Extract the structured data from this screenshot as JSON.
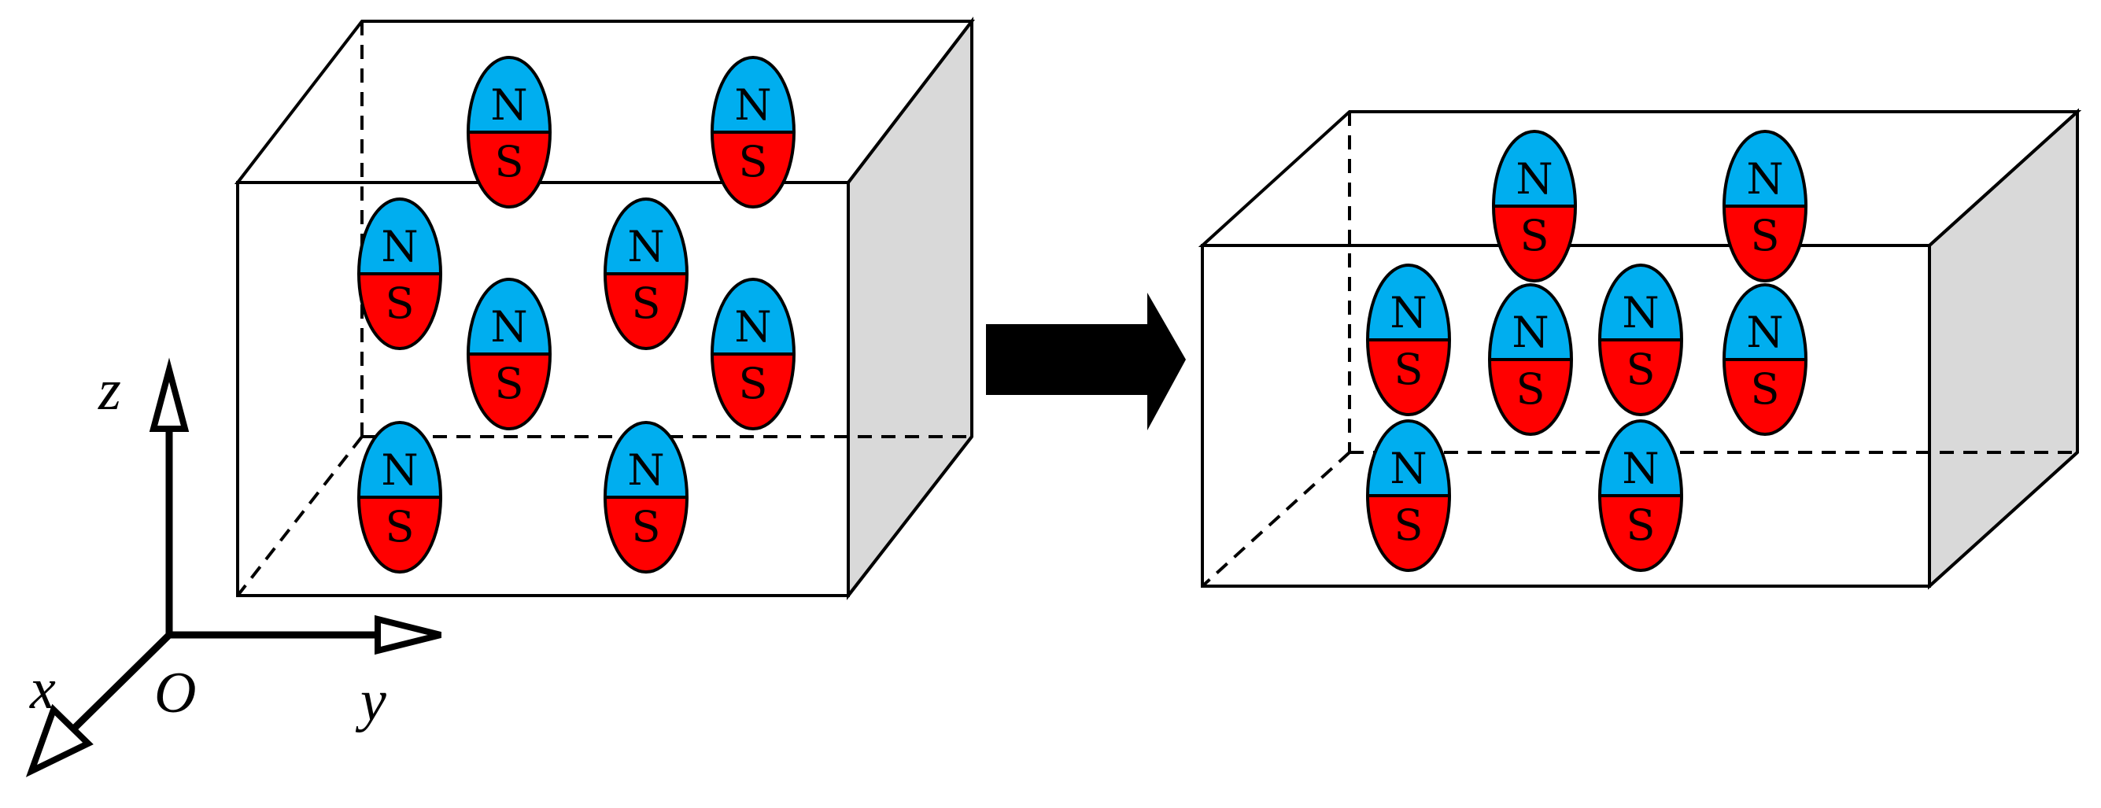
{
  "colors": {
    "north": "#00aeef",
    "south": "#ff0000",
    "side_face": "#d9d9d9",
    "edge": "#000000",
    "arrow": "#000000"
  },
  "magnet_labels": {
    "north": "N",
    "south": "S"
  },
  "axes": {
    "x": "x",
    "y": "y",
    "z": "z",
    "origin": "O"
  },
  "left_box_magnet_count": 8,
  "right_box_magnet_count": 8,
  "transition_icon": "right-arrow-icon"
}
